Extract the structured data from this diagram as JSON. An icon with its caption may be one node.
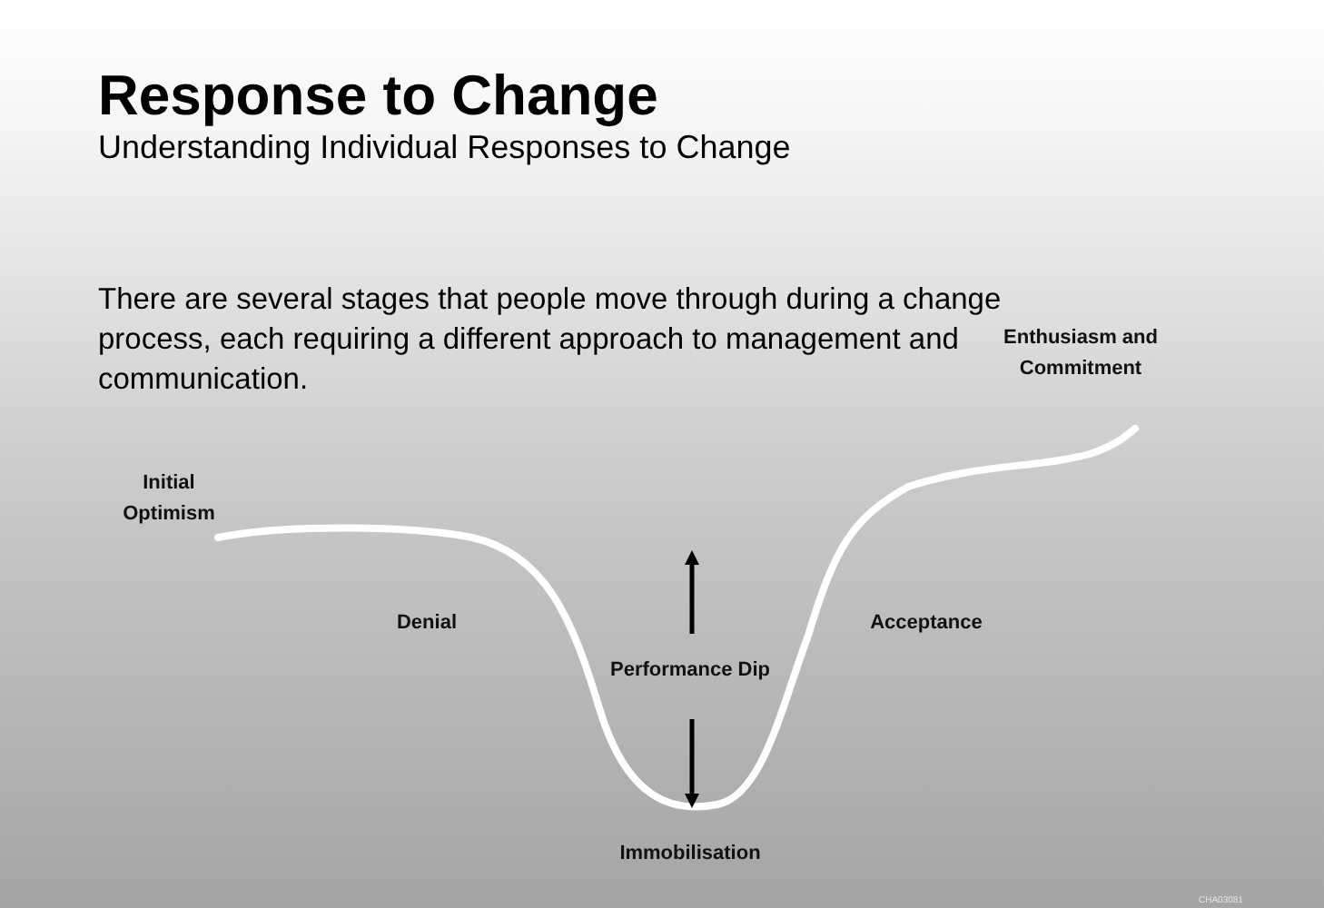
{
  "diagram": {
    "title": "Response to Change",
    "labels": [
      "Understanding Individual Responses to Change",
      "There are several stages that people move through during a change process, each requiring a different approach to management and communication.",
      "Enthusiasm and Commitment",
      "Initial Optimism",
      "Denial",
      "Acceptance",
      "Performance Dip",
      "Immobilisation",
      "CHA03081"
    ]
  }
}
